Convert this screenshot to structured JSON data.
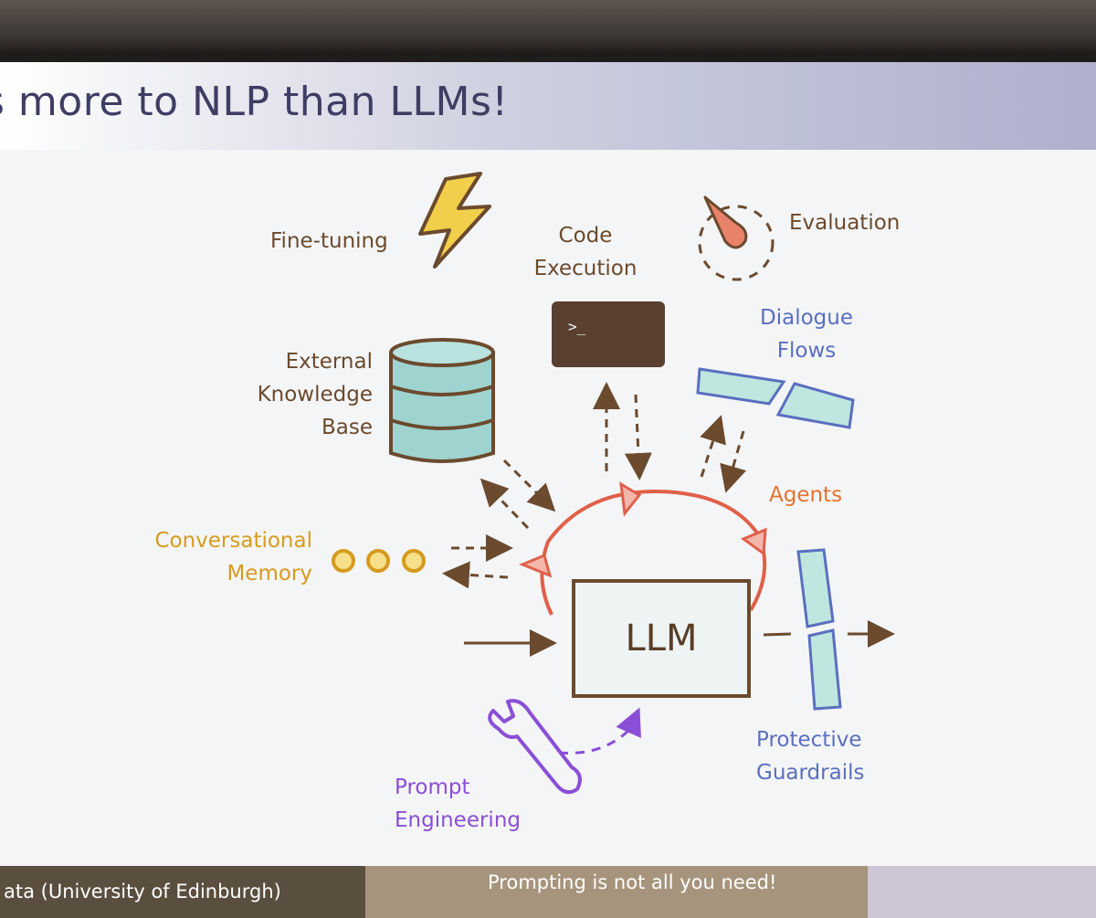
{
  "slide": {
    "title": "s more to NLP than LLMs!",
    "footer_left": "ata  (University of Edinburgh)",
    "footer_center": "Prompting is not all you need!"
  },
  "diagram": {
    "center": "LLM",
    "fine_tuning": "Fine-tuning",
    "code_execution": [
      "Code",
      "Execution"
    ],
    "evaluation": "Evaluation",
    "external_kb": [
      "External",
      "Knowledge",
      "Base"
    ],
    "dialogue_flows": [
      "Dialogue",
      "Flows"
    ],
    "agents": "Agents",
    "conversational_memory": [
      "Conversational",
      "Memory"
    ],
    "protective_guardrails": [
      "Protective",
      "Guardrails"
    ],
    "prompt_engineering": [
      "Prompt",
      "Engineering"
    ],
    "terminal_prompt": ">_"
  },
  "colors": {
    "brown": "#6b4a2e",
    "agents_red": "#e0604a",
    "teal": "#9fd3d0",
    "lightning_yellow": "#f2cf4a",
    "memory_gold": "#d69b1e",
    "guardrails_blue": "#5a6fbf",
    "prompt_purple": "#8a4fd6",
    "evaluation_salmon": "#e9826b"
  },
  "icons": [
    "lightning-icon",
    "terminal-icon",
    "gauge-icon",
    "database-icon",
    "dialogue-flow-icon",
    "memory-dots-icon",
    "guardrail-icon",
    "wrench-icon"
  ]
}
